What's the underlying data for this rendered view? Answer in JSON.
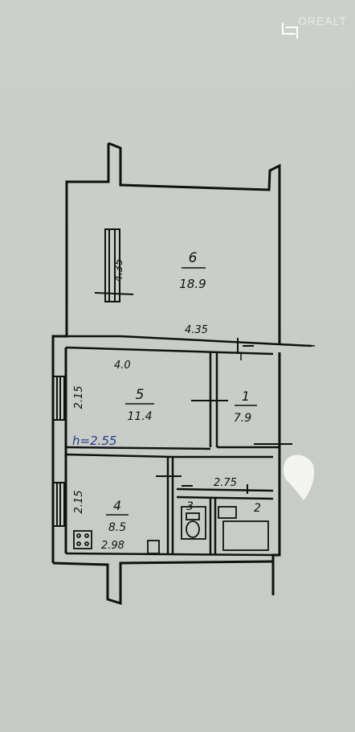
{
  "watermark": "OREALT",
  "crop_icon": "crop-icon",
  "rooms": {
    "room6": {
      "number": "6",
      "area": "18.9"
    },
    "room5": {
      "number": "5",
      "area": "11.4"
    },
    "room1": {
      "number": "1",
      "area": "7.9"
    },
    "room4": {
      "number": "4",
      "area": "8.5"
    },
    "room3": {
      "number": "3"
    },
    "room2": {
      "number": "2"
    }
  },
  "dimensions": {
    "d435": "4.35",
    "d40": "4.0",
    "d215a": "2.15",
    "d215b": "2.15",
    "d275": "2.75",
    "d298": "2.98",
    "d435b": "4.35"
  },
  "height_note": "h=2.55",
  "colors": {
    "ink": "#111111",
    "note_blue": "#2a3a8a",
    "paper": "#cdd0ca"
  }
}
